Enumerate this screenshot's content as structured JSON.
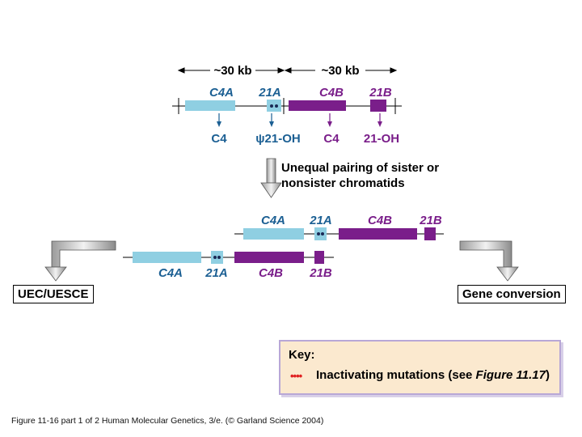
{
  "scale_labels": [
    "~30 kb",
    "~30 kb"
  ],
  "top_genes": [
    "C4A",
    "21A",
    "C4B",
    "21B"
  ],
  "products": [
    "C4",
    "ψ21-OH",
    "C4",
    "21-OH"
  ],
  "step_text": "Unequal pairing of sister or nonsister chromatids",
  "upper_chromatid_genes": [
    "C4A",
    "21A",
    "C4B",
    "21B"
  ],
  "lower_chromatid_genes": [
    "C4A",
    "21A",
    "C4B",
    "21B"
  ],
  "outcomes": {
    "left": "UEC/UESCE",
    "right": "Gene conversion"
  },
  "key": {
    "title": "Key:",
    "dots": "••••",
    "text_prefix": "Inactivating mutations (see ",
    "text_figure": "Figure 11.17",
    "text_suffix": ")"
  },
  "caption": "Figure 11-16  part 1 of 2  Human Molecular Genetics, 3/e.  (© Garland Science 2004)",
  "colors": {
    "light_blue": "#8fcfe2",
    "purple": "#7a1e8a",
    "label_blue": "#1b5f93",
    "label_purple": "#7a1e8a",
    "mutation_dot": "#1a2a55",
    "key_dot": "#e02020"
  }
}
